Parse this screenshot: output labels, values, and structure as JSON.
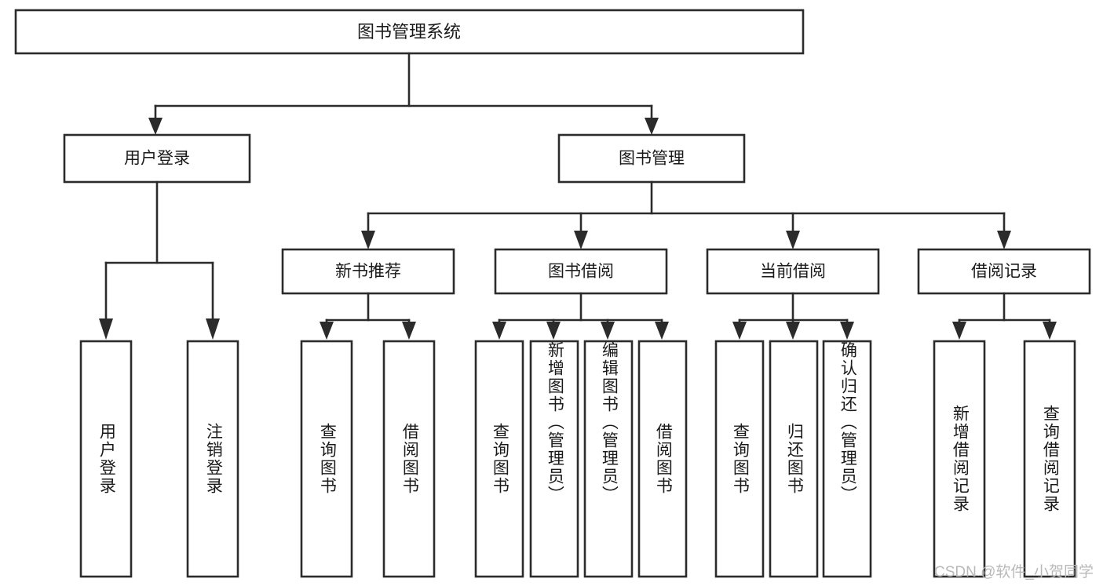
{
  "diagram": {
    "type": "hierarchy-tree",
    "title": "图书管理系统",
    "background_color": "#ffffff",
    "line_color": "#2b2b2b",
    "text_color": "#1a1a1a",
    "levels": 4,
    "nodes": {
      "root": {
        "label": "图书管理系统",
        "orientation": "horizontal"
      },
      "level2": [
        {
          "label": "用户登录",
          "orientation": "horizontal"
        },
        {
          "label": "图书管理",
          "orientation": "horizontal"
        }
      ],
      "level3": [
        {
          "label": "新书推荐",
          "orientation": "horizontal"
        },
        {
          "label": "图书借阅",
          "orientation": "horizontal"
        },
        {
          "label": "当前借阅",
          "orientation": "horizontal"
        },
        {
          "label": "借阅记录",
          "orientation": "horizontal"
        }
      ],
      "leaves_user_login": [
        {
          "label": "用户登录",
          "orientation": "vertical"
        },
        {
          "label": "注销登录",
          "orientation": "vertical"
        }
      ],
      "leaves_new_book": [
        {
          "label": "查询图书",
          "orientation": "vertical"
        },
        {
          "label": "借阅图书",
          "orientation": "vertical"
        }
      ],
      "leaves_borrow": [
        {
          "label": "查询图书",
          "orientation": "vertical"
        },
        {
          "label": "新增图书（管理员）",
          "orientation": "vertical"
        },
        {
          "label": "编辑图书（管理员）",
          "orientation": "vertical"
        },
        {
          "label": "借阅图书",
          "orientation": "vertical"
        }
      ],
      "leaves_current": [
        {
          "label": "查询图书",
          "orientation": "vertical"
        },
        {
          "label": "归还图书",
          "orientation": "vertical"
        },
        {
          "label": "确认归还（管理员）",
          "orientation": "vertical"
        }
      ],
      "leaves_records": [
        {
          "label": "新增借阅记录",
          "orientation": "vertical"
        },
        {
          "label": "查询借阅记录",
          "orientation": "vertical"
        }
      ]
    }
  },
  "watermark": {
    "text": "CSDN @软件_小贺同学"
  }
}
